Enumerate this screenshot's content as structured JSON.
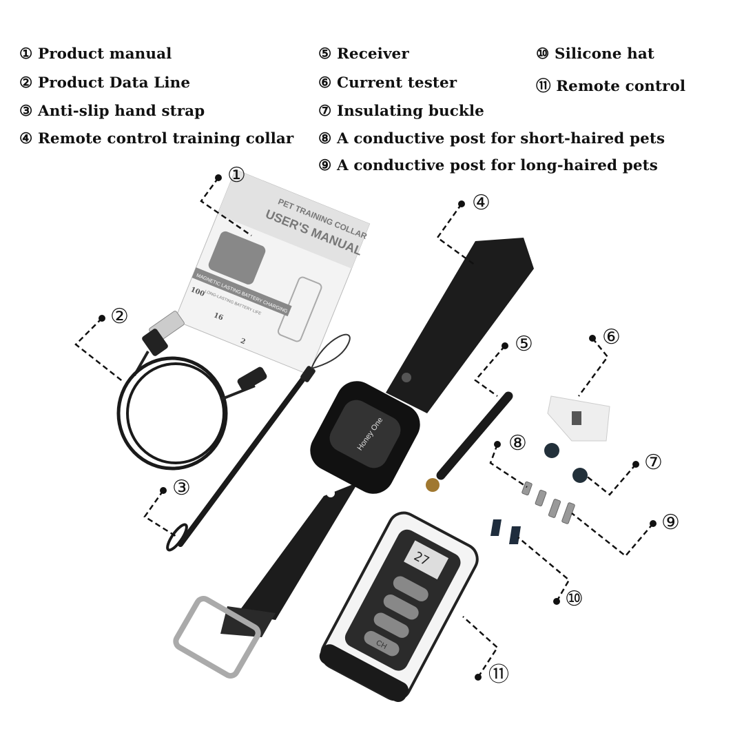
{
  "legend": {
    "items": [
      {
        "num": "①",
        "label": "Product manual"
      },
      {
        "num": "②",
        "label": "Product Data Line"
      },
      {
        "num": "③",
        "label": "Anti-slip hand strap"
      },
      {
        "num": "④",
        "label": "Remote control training collar"
      },
      {
        "num": "⑤",
        "label": "Receiver"
      },
      {
        "num": "⑥",
        "label": "Current tester"
      },
      {
        "num": "⑦",
        "label": "Insulating buckle"
      },
      {
        "num": "⑧",
        "label": "A conductive post for short-haired pets"
      },
      {
        "num": "⑨",
        "label": "A conductive post for long-haired pets"
      },
      {
        "num": "⑩",
        "label": "Silicone hat"
      },
      {
        "num": "⑪",
        "label": "Remote control"
      }
    ]
  },
  "callouts": [
    "①",
    "②",
    "③",
    "④",
    "⑤",
    "⑥",
    "⑦",
    "⑧",
    "⑨",
    "⑩",
    "⑪"
  ],
  "manual": {
    "line1": "PET TRAINING COLLAR",
    "line2": "USER'S MANUAL",
    "banner": "MAGNETIC LASTING BATTERY CHARGING",
    "sub": "LONG-LASTING BATTERY LIFE",
    "stat1": "100",
    "stat2": "16",
    "stat3": "2"
  },
  "receiver_brand": "Honey One",
  "remote": {
    "display": "27",
    "ch_label": "CH"
  },
  "colors": {
    "text": "#111111",
    "product_dark": "#1b1b1b",
    "background": "#ffffff"
  }
}
